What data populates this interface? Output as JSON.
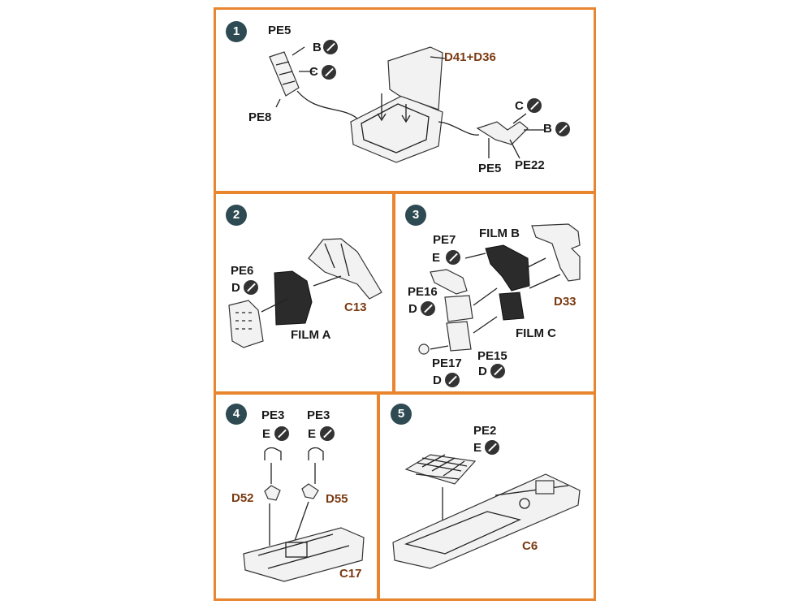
{
  "panels": [
    {
      "step": "1",
      "labels": {
        "pe5_top": "PE5",
        "b_top": "B",
        "c_top": "C",
        "pe8": "PE8",
        "d41_d36": "D41+D36",
        "c_right": "C",
        "b_right": "B",
        "pe5_bottom": "PE5",
        "pe22": "PE22"
      }
    },
    {
      "step": "2",
      "labels": {
        "pe6": "PE6",
        "d": "D",
        "c13": "C13",
        "film_a": "FILM A"
      }
    },
    {
      "step": "3",
      "labels": {
        "pe7": "PE7",
        "e": "E",
        "film_b": "FILM B",
        "pe16": "PE16",
        "d_pe16": "D",
        "d33": "D33",
        "film_c": "FILM C",
        "pe15": "PE15",
        "d_pe15": "D",
        "pe17": "PE17",
        "d_pe17": "D"
      }
    },
    {
      "step": "4",
      "labels": {
        "pe3_left": "PE3",
        "e_left": "E",
        "pe3_right": "PE3",
        "e_right": "E",
        "d52": "D52",
        "d55": "D55",
        "c17": "C17"
      }
    },
    {
      "step": "5",
      "labels": {
        "pe2": "PE2",
        "e": "E",
        "c6": "C6"
      }
    }
  ],
  "colors": {
    "frame": "#e8852e",
    "step_badge": "#2e4a52",
    "part_code": "#7a3a12"
  },
  "icons": {
    "drill": "drill-icon"
  }
}
